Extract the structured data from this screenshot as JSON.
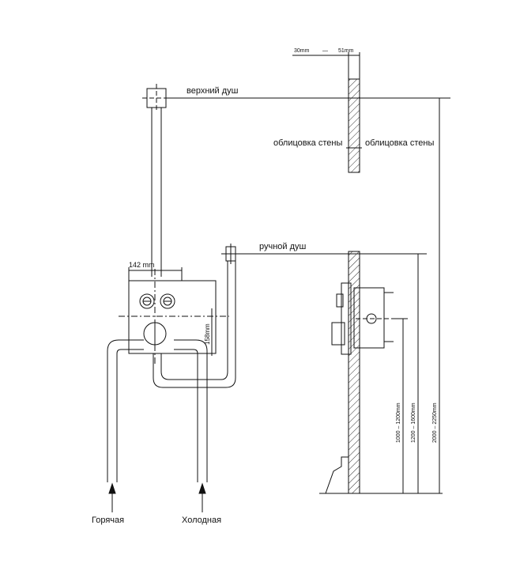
{
  "labels": {
    "top_shower": "верхний душ",
    "hand_shower": "ручной душ",
    "wall_cladding_left": "облицовка стены",
    "wall_cladding_right": "облицовка стены",
    "hot": "Горячая",
    "cold": "Холодная"
  },
  "dimensions": {
    "wall_range_min": "30mm",
    "wall_range_sep": "—",
    "wall_range_max": "51mm",
    "box_width": "142 mm",
    "box_height": "158mm",
    "height_mixer": "1000 – 1200mm",
    "height_hand": "1200 – 1600mm",
    "height_top": "2000 – 2250mm"
  },
  "colors": {
    "line": "#111111",
    "hatch": "#333333"
  }
}
